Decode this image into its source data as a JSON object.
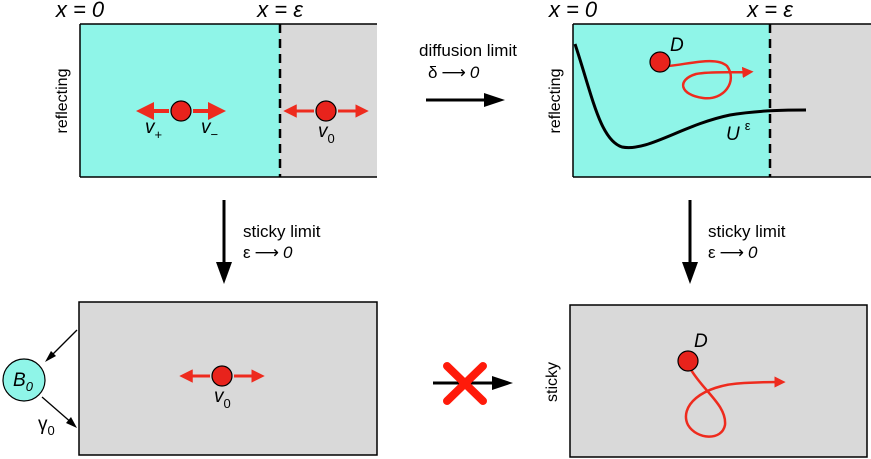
{
  "colors": {
    "cyan_region": "#8ff5e8",
    "gray_region": "#d9d9d9",
    "particle": "#e8231c",
    "arrow_red": "#ee2b1e",
    "cross": "#ff1a0a",
    "outline": "#000000"
  },
  "panels": {
    "top_left": {
      "x0_label": "x = 0",
      "xeps_label": "x = ε",
      "side_label": "reflecting",
      "v_plus_base": "v",
      "v_plus_sub": "+",
      "v_minus_base": "v",
      "v_minus_sub": "−",
      "v0_base": "v",
      "v0_sub": "0"
    },
    "top_right": {
      "x0_label": "x = 0",
      "xeps_label": "x = ε",
      "side_label": "reflecting",
      "diff_label": "D",
      "potential_base": "U",
      "potential_sup": "ε"
    },
    "bottom_left": {
      "v0_base": "v",
      "v0_sub": "0",
      "boundary_base": "B",
      "boundary_sub": "0",
      "rate_base": "γ",
      "rate_sub": "0"
    },
    "bottom_right": {
      "side_label": "sticky",
      "diff_label": "D"
    }
  },
  "arrows": {
    "diffusion": {
      "label": "diffusion limit",
      "lhs": "δ",
      "rhs": "0"
    },
    "sticky_left": {
      "label": "sticky limit",
      "lhs": "ε",
      "rhs": "0"
    },
    "sticky_right": {
      "label": "sticky limit",
      "lhs": "ε",
      "rhs": "0"
    }
  },
  "icons": {
    "cross": "x-mark-icon"
  }
}
